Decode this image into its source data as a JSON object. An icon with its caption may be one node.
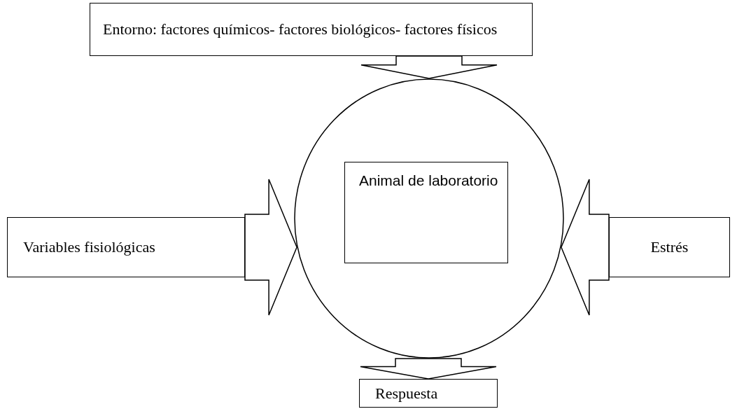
{
  "diagram": {
    "nodes": [
      {
        "text": [
          "Entorno: factores químicos- factores biológicos- factores físicos"
        ]
      },
      {
        "text": [],
        "shape": "circle"
      },
      {
        "text": [
          "Animal de laboratorio"
        ],
        "in": 1
      },
      {
        "text": [
          "Variables fisiológicas"
        ]
      },
      {
        "text": [
          "Estrés"
        ]
      },
      {
        "text": [
          "Respuesta"
        ]
      }
    ],
    "edges": [
      {
        "from": 0,
        "to": 1,
        "arrow": "to"
      },
      {
        "from": 3,
        "to": 1,
        "arrow": "to"
      },
      {
        "from": 4,
        "to": 1,
        "arrow": "to"
      },
      {
        "from": 1,
        "to": 5,
        "arrow": "to"
      }
    ]
  }
}
